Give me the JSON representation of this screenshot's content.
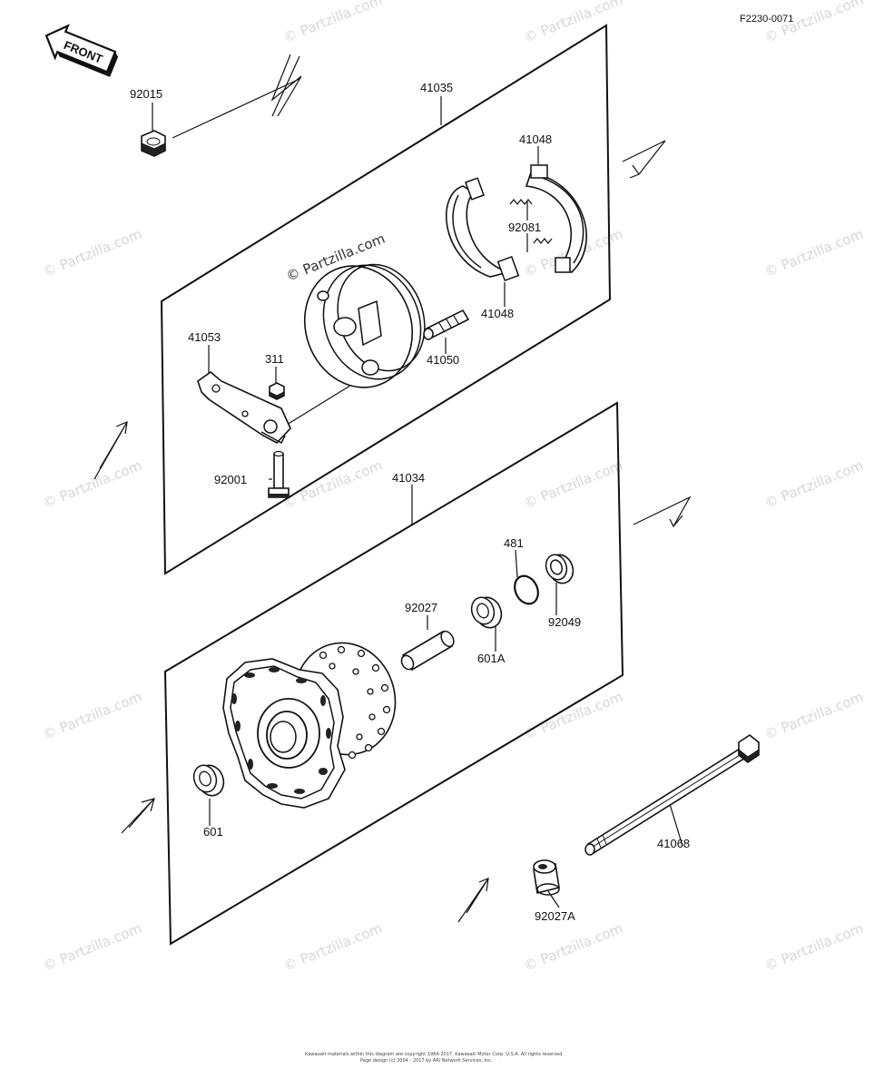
{
  "diagram_code": "F2230-0071",
  "front_label": "FRONT",
  "watermark": "© Partzilla.com",
  "parts": {
    "p92015": "92015",
    "p41035": "41035",
    "p41048_top": "41048",
    "p92081": "92081",
    "p41048_bottom": "41048",
    "p41053": "41053",
    "p311": "311",
    "p41050": "41050",
    "p92001": "92001",
    "p41034": "41034",
    "p481": "481",
    "p92027": "92027",
    "p92049": "92049",
    "p601A": "601A",
    "p601": "601",
    "p41068": "41068",
    "p92027A": "92027A"
  },
  "footer": {
    "line1": "Kawasaki materials within this diagram are copyright 1984-2017. Kawasaki Motor Corp. U.S.A. All rights reserved",
    "line2": "Page design (c) 2004 - 2017 by ARI Network Services, Inc."
  }
}
